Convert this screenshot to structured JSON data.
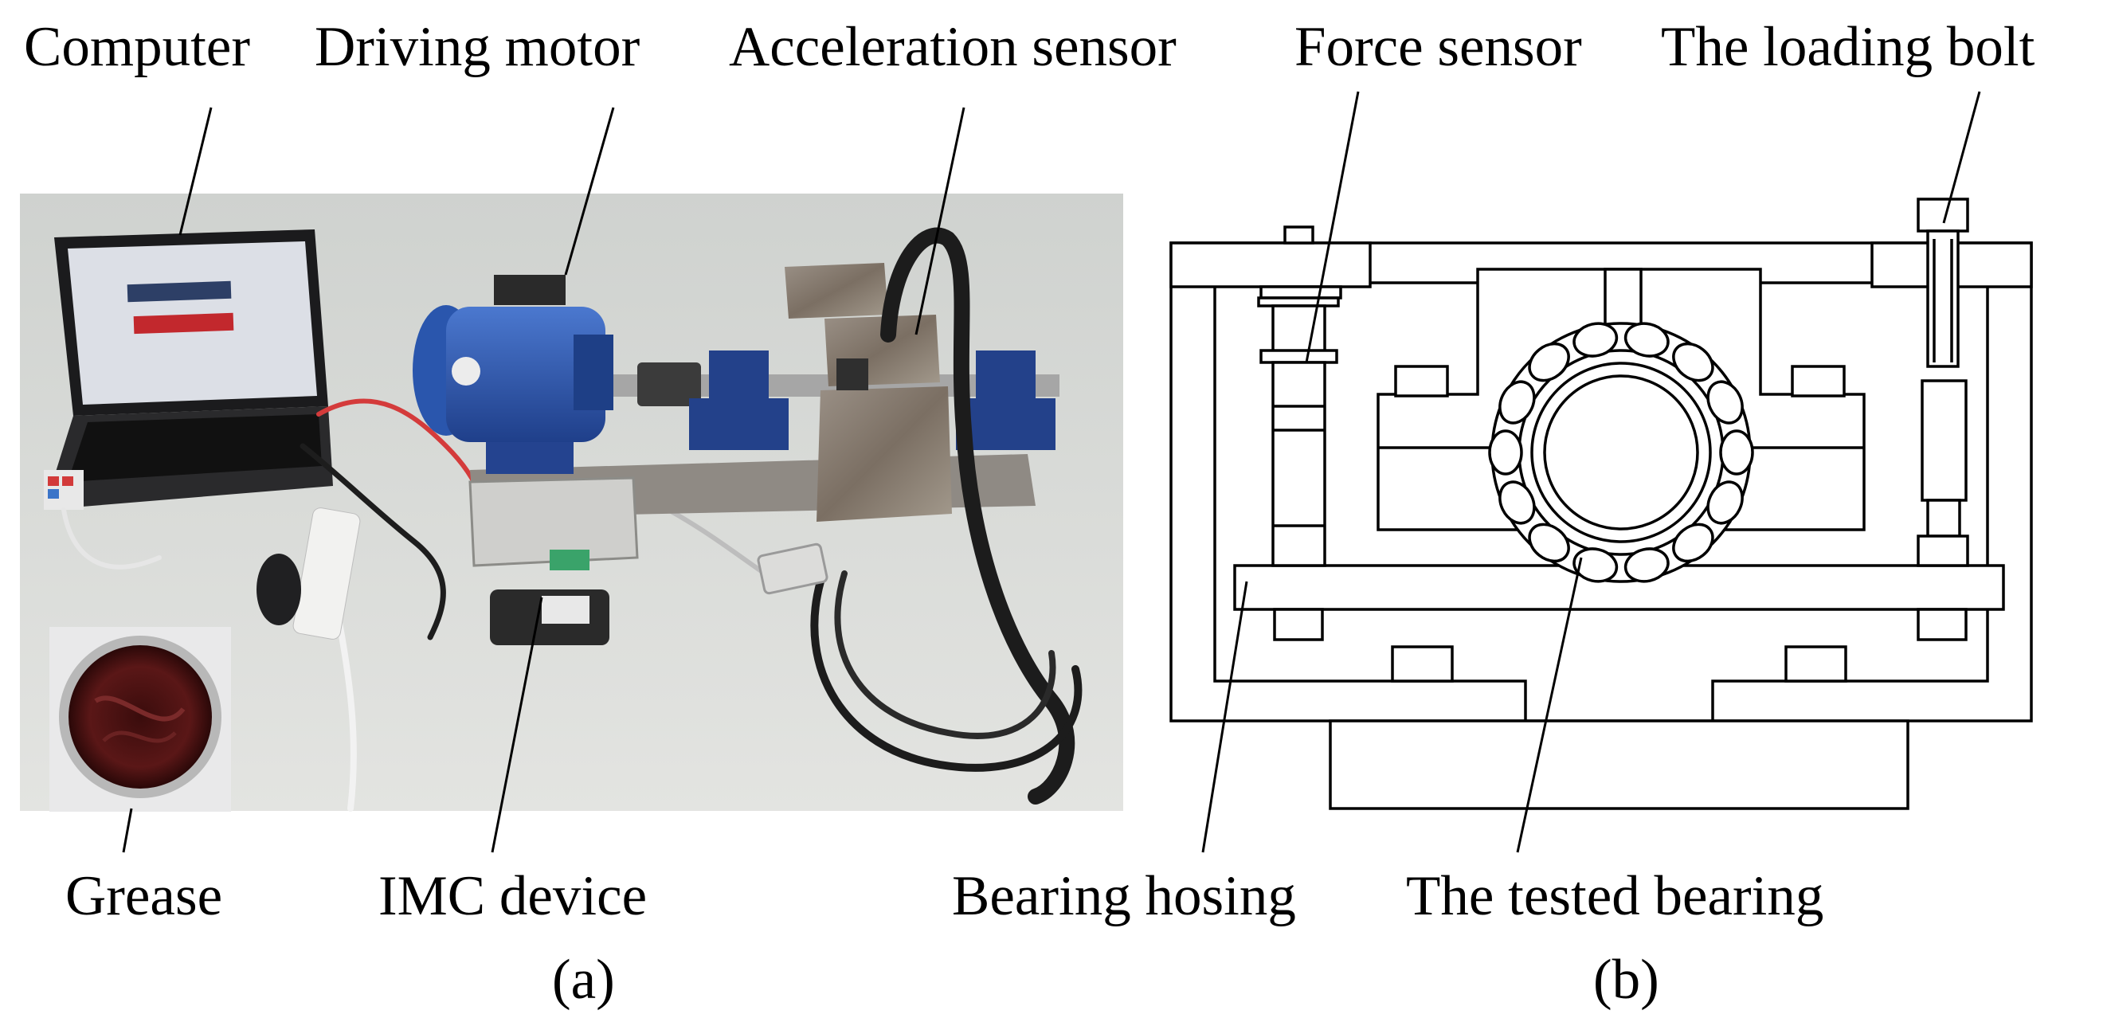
{
  "panel_a": {
    "letter": "(a)",
    "labels": {
      "computer": "Computer",
      "driving_motor": "Driving motor",
      "acceleration_sensor": "Acceleration sensor",
      "grease": "Grease",
      "imc_device": "IMC device"
    }
  },
  "panel_b": {
    "letter": "(b)",
    "labels": {
      "force_sensor": "Force sensor",
      "loading_bolt": "The loading bolt",
      "bearing_housing": "Bearing hosing",
      "tested_bearing": "The tested bearing"
    }
  },
  "colors": {
    "motor_blue": "#2f5cb0",
    "pedestal_blue": "#23418a",
    "floor_gray": "#d9dbd8",
    "steel": "#8a8278",
    "line": "#000000"
  }
}
